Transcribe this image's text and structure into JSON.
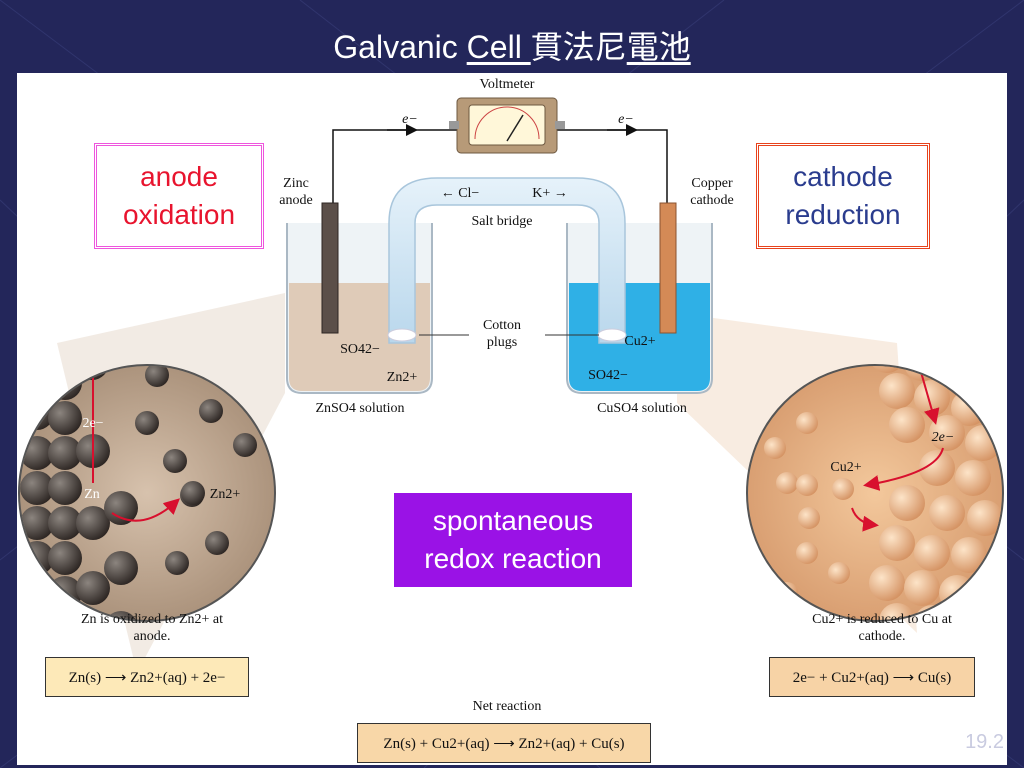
{
  "slide": {
    "title_part1": "Galvanic ",
    "title_cell": "Cell ",
    "title_cjk_1": "貫法尼",
    "title_cjk_2": "電池",
    "slide_number": "19.2"
  },
  "diagram": {
    "voltmeter": "Voltmeter",
    "electron_left": "e−",
    "electron_right": "e−",
    "zinc_anode": "Zinc anode",
    "copper_cathode": "Copper cathode",
    "bridge_cl": "← Cl−",
    "bridge_k": "K+ →",
    "salt_bridge": "Salt bridge",
    "cotton_plugs": "Cotton plugs",
    "so4_left": "SO42−",
    "zn_ion": "Zn2+",
    "cu_ion": "Cu2+",
    "so4_right": "SO42−",
    "znso4_solution": "ZnSO4 solution",
    "cuso4_solution": "CuSO4 solution",
    "zoom_left_2e": "2e−",
    "zoom_left_zn": "Zn",
    "zoom_left_zn2": "Zn2+",
    "zoom_right_2e": "2e−",
    "zoom_right_cu2": "Cu2+",
    "caption_left": "Zn is oxidized to Zn2+ at anode.",
    "caption_right": "Cu2+ is reduced to Cu at cathode.",
    "eq_left": "Zn(s) ⟶ Zn2+(aq) + 2e−",
    "eq_right": "2e− + Cu2+(aq) ⟶ Cu(s)",
    "net_reaction": "Net reaction",
    "eq_net": "Zn(s) + Cu2+(aq) ⟶ Zn2+(aq) + Cu(s)"
  },
  "callouts": {
    "anode_line1": "anode",
    "anode_line2": "oxidation",
    "cathode_line1": "cathode",
    "cathode_line2": "reduction",
    "spont_line1": "spontaneous",
    "spont_line2": "redox reaction"
  },
  "colors": {
    "background": "#23265a",
    "anode_text": "#e8142e",
    "anode_border": "#ee55dd",
    "cathode_text": "#2a3c8e",
    "cathode_border": "#e8431c",
    "spont_bg": "#9a12e6",
    "eq_left_bg": "#fde9b8",
    "eq_right_bg": "#f7d3a6",
    "eq_net_bg": "#f8d7a8"
  }
}
